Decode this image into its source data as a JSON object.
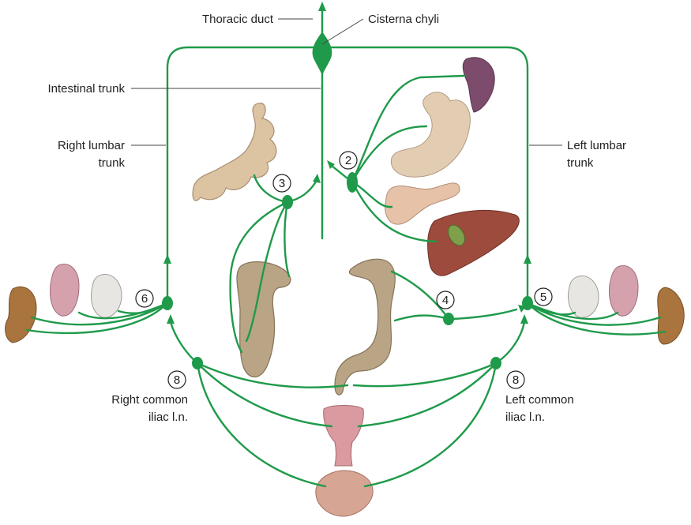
{
  "labels": {
    "thoracic_duct": "Thoracic duct",
    "cisterna_chyli": "Cisterna chyli",
    "intestinal_trunk": "Intestinal trunk",
    "right_lumbar_1": "Right lumbar",
    "right_lumbar_2": "trunk",
    "left_lumbar_1": "Left lumbar",
    "left_lumbar_2": "trunk",
    "right_iliac_1": "Right common",
    "right_iliac_2": "iliac l.n.",
    "left_iliac_1": "Left common",
    "left_iliac_2": "iliac l.n."
  },
  "node_numbers": {
    "n2": "2",
    "n3": "3",
    "n4": "4",
    "n5": "5",
    "n6": "6",
    "n8_right": "8",
    "n8_left": "8"
  },
  "colors": {
    "lymph": "#1f9a4a",
    "liver": "#9a4a3c",
    "spleen": "#7a4a6a",
    "stomach": "#e0c9ae",
    "bowel": "#d9c3a6",
    "colon": "#b8a384",
    "kidney": "#a9743e",
    "organ_pink": "#d9a2a8"
  }
}
